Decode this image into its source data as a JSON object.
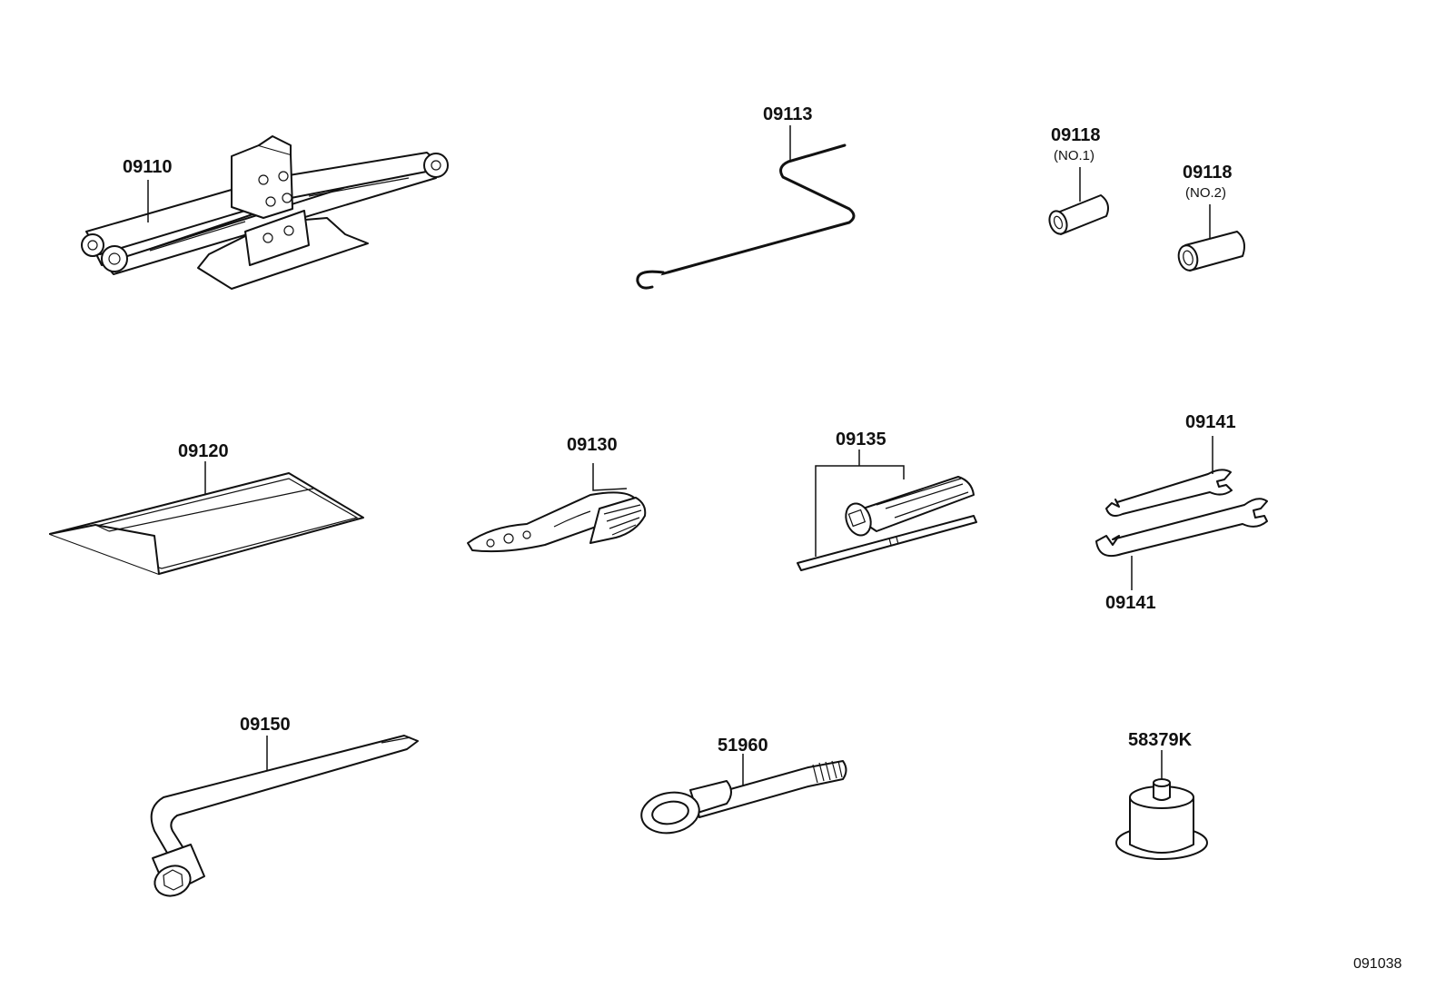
{
  "diagram_id": "091038",
  "parts": [
    {
      "number": "09110",
      "icon": "scissor-jack-icon"
    },
    {
      "number": "09113",
      "icon": "jack-handle-icon"
    },
    {
      "number": "09118",
      "sub": "(NO.1)",
      "icon": "adapter-sleeve-icon"
    },
    {
      "number": "09118",
      "sub": "(NO.2)",
      "icon": "adapter-sleeve-icon"
    },
    {
      "number": "09120",
      "icon": "tool-bag-icon"
    },
    {
      "number": "09130",
      "icon": "pliers-icon"
    },
    {
      "number": "09135",
      "icon": "screwdriver-icon"
    },
    {
      "number": "09141",
      "icon": "open-end-wrench-icon"
    },
    {
      "number": "09141",
      "icon": "open-end-wrench-icon"
    },
    {
      "number": "09150",
      "icon": "lug-wrench-icon"
    },
    {
      "number": "51960",
      "icon": "towing-eye-icon"
    },
    {
      "number": "58379K",
      "icon": "plug-cap-icon"
    }
  ]
}
